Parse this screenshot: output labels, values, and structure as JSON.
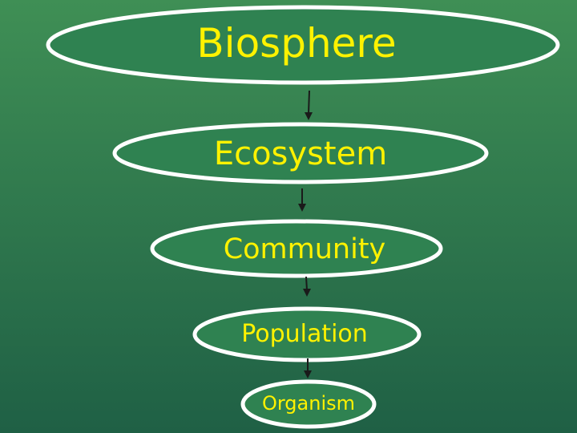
{
  "colors": {
    "text": "#fff200",
    "ellipse_fill": "#2f8251",
    "ellipse_stroke": "#ffffff",
    "arrow": "#1a1a1a",
    "background_top": "#3f8f55",
    "background_bottom": "#1f6045"
  },
  "levels": [
    {
      "label": "Biosphere"
    },
    {
      "label": "Ecosystem"
    },
    {
      "label": "Community"
    },
    {
      "label": "Population"
    },
    {
      "label": "Organism"
    }
  ]
}
